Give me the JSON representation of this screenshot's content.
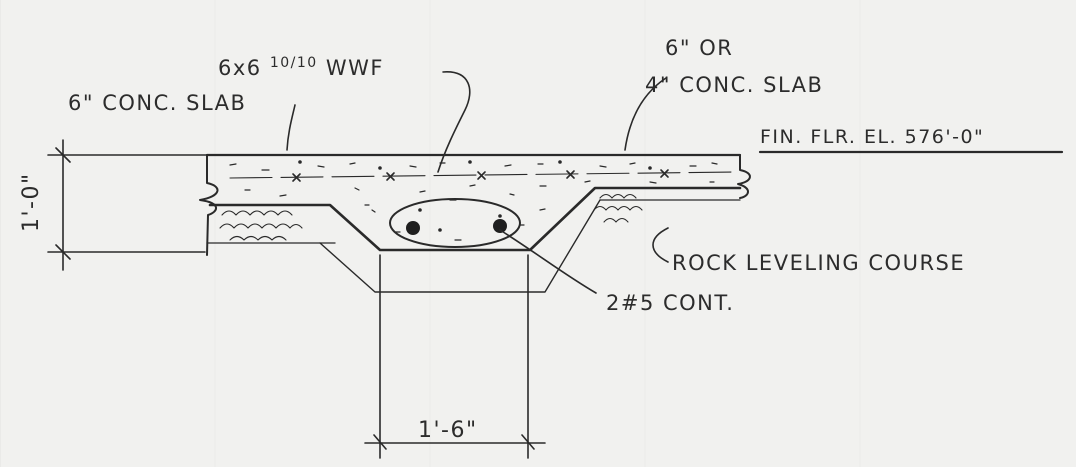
{
  "labels": {
    "wwf": "6x6 10/10 WWF",
    "wwf_main": "6x6 ",
    "wwf_frac": "10/10",
    "wwf_tail": " WWF",
    "slab_left": "6\" CONC. SLAB",
    "slab_right_line1": "6\" OR",
    "slab_right_line2": "4\" CONC. SLAB",
    "floor_elevation": "FIN. FLR. EL. 576'-0\"",
    "rock_course": "ROCK LEVELING COURSE",
    "rebar": "2#5 CONT.",
    "dim_depth": "1'-0\"",
    "dim_width": "1'-6\""
  },
  "colors": {
    "paper": "#f1f1ef",
    "ink": "#2a2a2a"
  }
}
